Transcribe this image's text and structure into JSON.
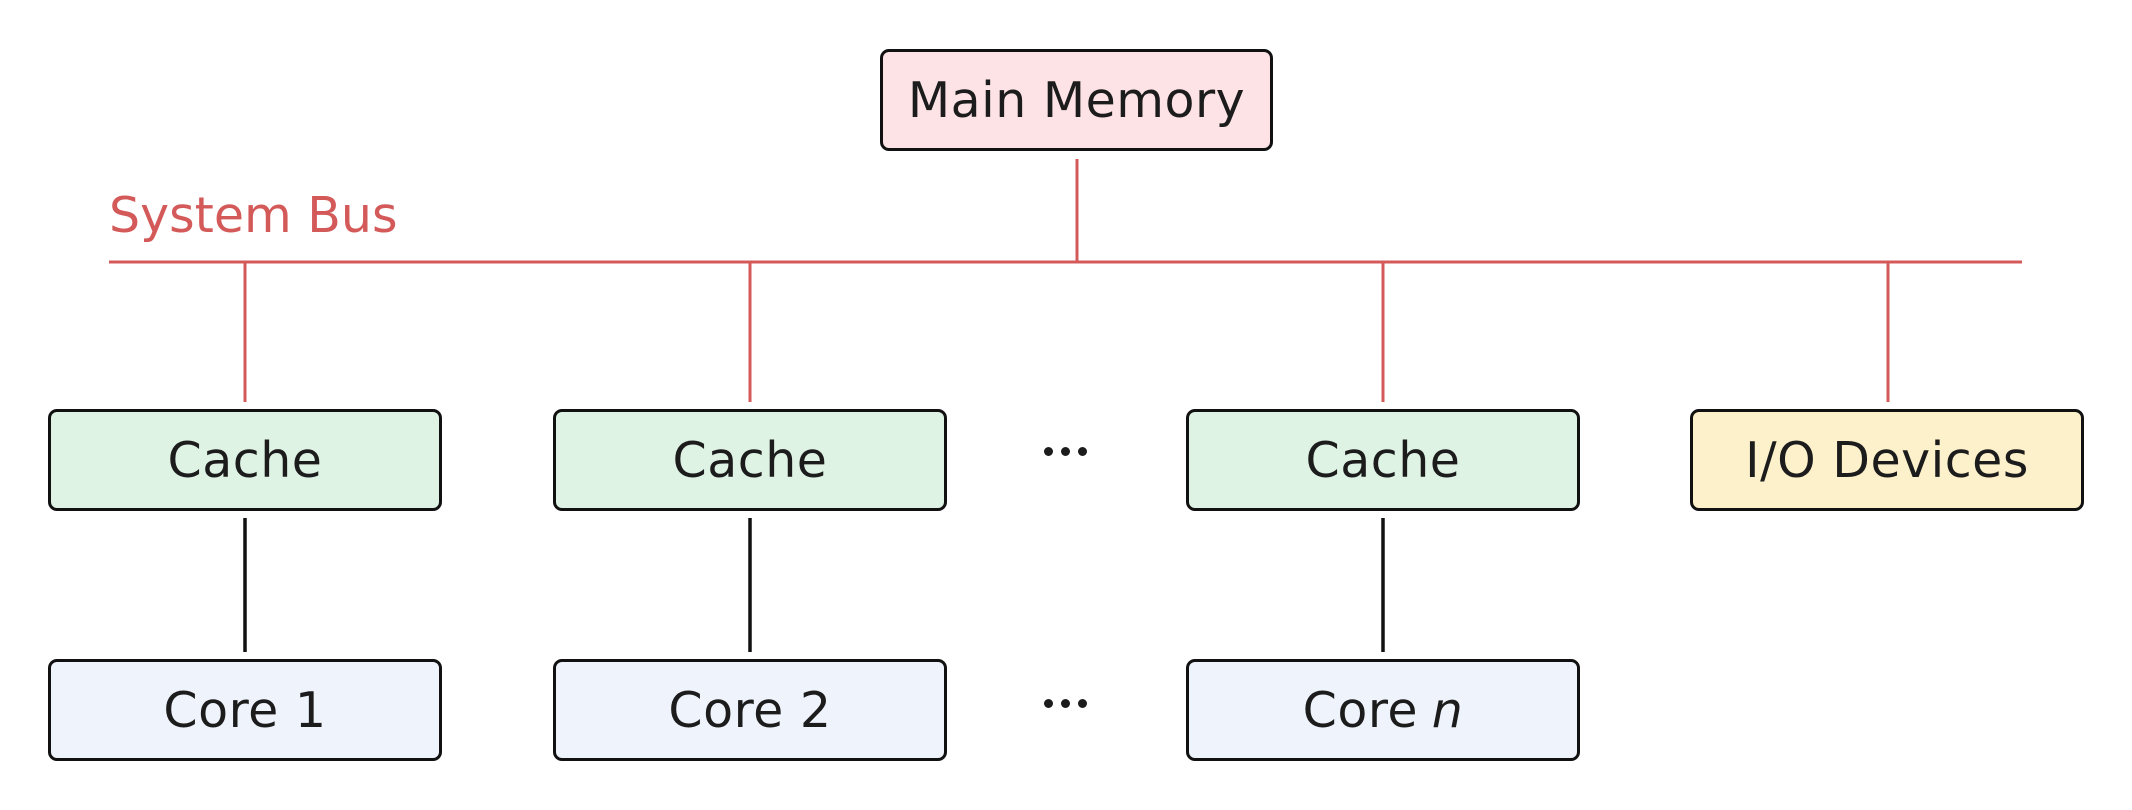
{
  "colors": {
    "bus": "#d45a5a",
    "memory_fill": "#fde3e6",
    "cache_fill": "#dff3e5",
    "core_fill": "#eef3fc",
    "io_fill": "#fdf1cb",
    "outline": "#111111"
  },
  "bus": {
    "label": "System Bus"
  },
  "memory": {
    "label": "Main Memory"
  },
  "caches": [
    {
      "label": "Cache"
    },
    {
      "label": "Cache"
    },
    {
      "label": "Cache"
    }
  ],
  "cores": [
    {
      "label": "Core 1",
      "var": ""
    },
    {
      "label": "Core 2",
      "var": ""
    },
    {
      "label": "Core",
      "var": "n"
    }
  ],
  "io": {
    "label": "I/O Devices"
  },
  "ellipsis_icon": "horizontal-ellipsis"
}
